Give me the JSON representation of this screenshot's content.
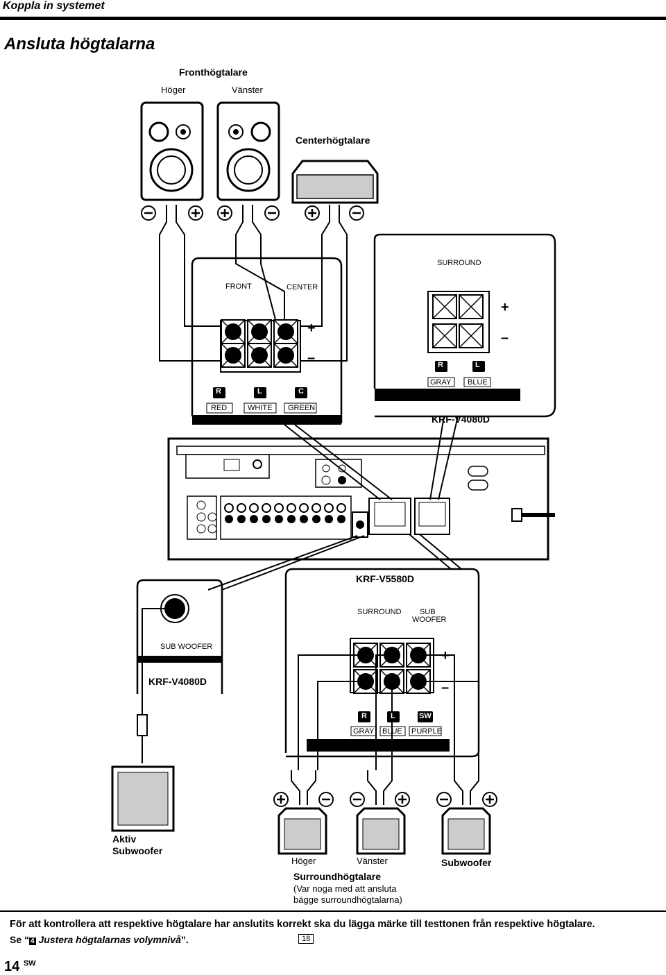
{
  "header": {
    "section": "Koppla in systemet"
  },
  "title": "Ansluta högtalarna",
  "front": {
    "group_label": "Fronthögtalare",
    "right": "Höger",
    "left": "Vänster",
    "center_label": "Centerhögtalare"
  },
  "panel_front": {
    "front": "FRONT",
    "center": "CENTER",
    "plus": "+",
    "minus": "–",
    "r": "R",
    "l": "L",
    "c": "C",
    "red": "RED",
    "white": "WHITE",
    "green": "GREEN"
  },
  "panel_surround_top": {
    "surround": "SURROUND",
    "plus": "+",
    "minus": "–",
    "r": "R",
    "l": "L",
    "gray": "GRAY",
    "blue": "BLUE",
    "model": "KRF-V4080D"
  },
  "panel_bottom": {
    "model": "KRF-V5580D",
    "surround": "SURROUND",
    "sub": "SUB",
    "woofer": "WOOFER",
    "plus": "+",
    "minus": "–",
    "r": "R",
    "l": "L",
    "sw": "SW",
    "gray": "GRAY",
    "blue": "BLUE",
    "purple": "PURPLE"
  },
  "panel_subout": {
    "label": "SUB WOOFER",
    "model": "KRF-V4080D"
  },
  "bottom_labels": {
    "active_sub_1": "Aktiv",
    "active_sub_2": "Subwoofer",
    "right": "Höger",
    "left": "Vänster",
    "subwoofer": "Subwoofer",
    "surround": "Surroundhögtalare",
    "note_1": "(Var noga med att ansluta",
    "note_2": "bägge surroundhögtalarna)"
  },
  "footer": {
    "line1": "För att kontrollera att respektive högtalare har anslutits korrekt ska du lägga märke till testtonen från respektive högtalare.",
    "line2_prefix": "Se “",
    "step": "4",
    "line2_title": " Justera högtalarnas volymnivå",
    "line2_suffix": "”.",
    "page_ref": "18",
    "page_number": "14",
    "page_suffix": "SW"
  }
}
